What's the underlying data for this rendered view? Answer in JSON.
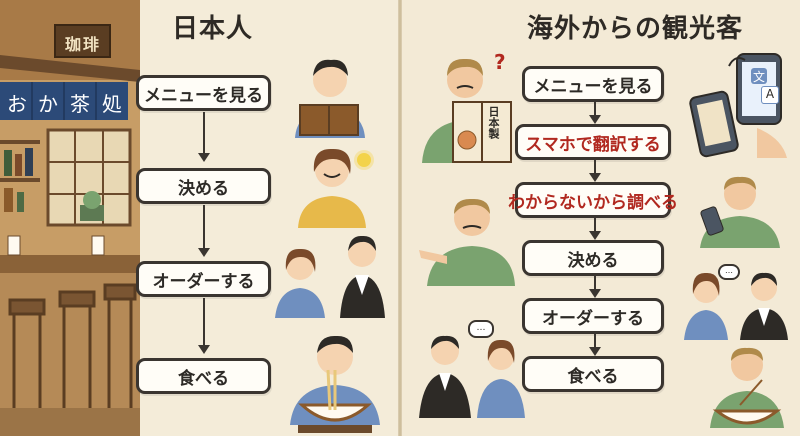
{
  "left": {
    "title": "日本人",
    "shop_sign": "珈琲",
    "noren": [
      "お",
      "か",
      "茶",
      "処"
    ],
    "steps": [
      "メニューを見る",
      "決める",
      "オーダーする",
      "食べる"
    ]
  },
  "right": {
    "title": "海外からの観光客",
    "menu_text": "日本製",
    "steps": [
      "メニューを見る",
      "スマホで翻訳する",
      "わからないから調べる",
      "決める",
      "オーダーする",
      "食べる"
    ],
    "highlighted_steps": [
      "スマホで翻訳する",
      "わからないから調べる"
    ],
    "translate_glyph": "文",
    "translate_glyph_2": "A"
  },
  "colors": {
    "background": "#f3ead7",
    "box_border": "#3a3530",
    "highlight_text": "#b1281f",
    "wood": "#b58a57",
    "noren": "#2c4a78",
    "green_shirt": "#7aa36f",
    "blue_shirt": "#6f8fbf",
    "yellow_shirt": "#e7b94a"
  }
}
